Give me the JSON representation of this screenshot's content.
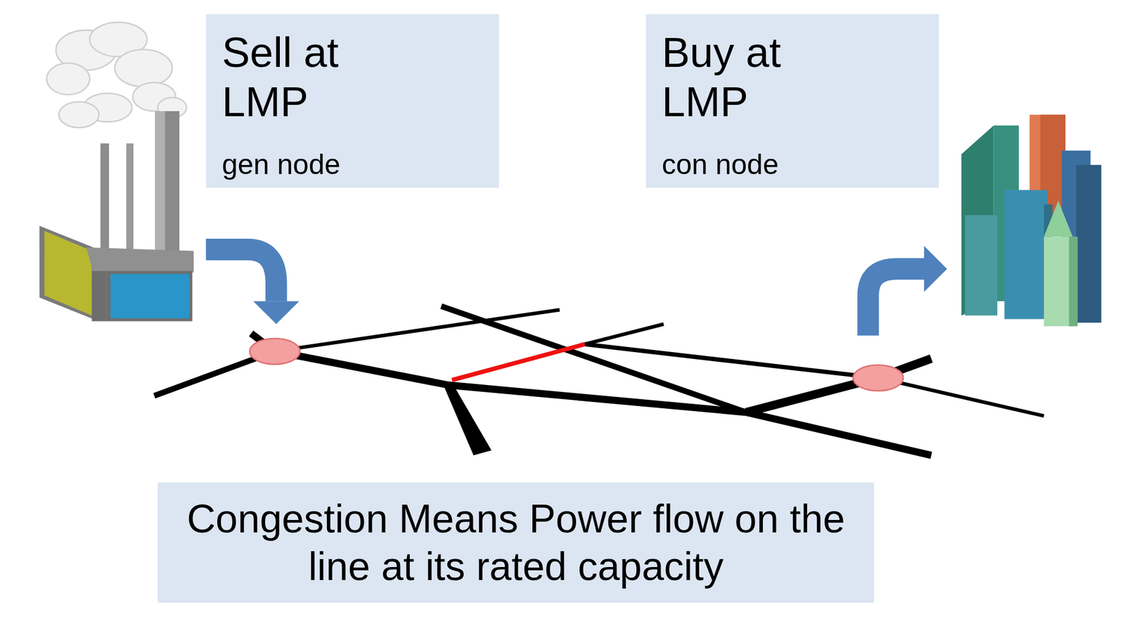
{
  "diagram": {
    "nodes": [
      {
        "text": [
          "Sell at LMP",
          "gen node"
        ]
      },
      {
        "text": [
          "Buy at LMP",
          "con node"
        ]
      },
      {
        "text": [
          "Congestion Means Power flow on the line at its rated capacity"
        ]
      }
    ]
  }
}
